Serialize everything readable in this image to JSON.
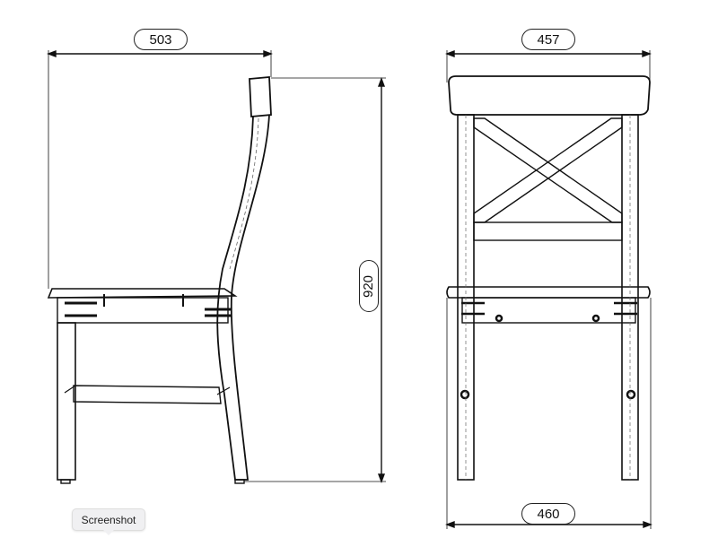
{
  "dimensions": {
    "side_depth": "503",
    "height": "920",
    "back_width": "457",
    "seat_width": "460"
  },
  "tooltip": {
    "label": "Screenshot"
  },
  "colors": {
    "line": "#111111",
    "hidden": "#666666"
  }
}
